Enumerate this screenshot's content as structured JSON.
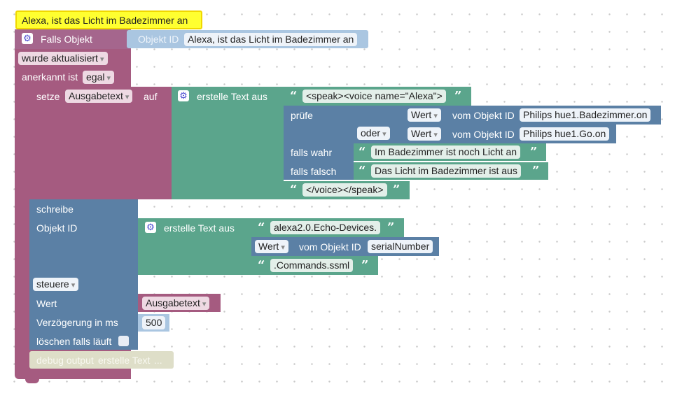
{
  "comment": "Alexa, ist das Licht im Badezimmer an",
  "trigger": {
    "label": "Falls Objekt",
    "objekt_id_label": "Objekt ID",
    "objekt_id_value": "Alexa, ist das Licht im Badezimmer an",
    "event_option": "wurde aktualisiert",
    "ack_label": "anerkannt ist",
    "ack_option": "egal"
  },
  "set_var": {
    "label": "setze",
    "var_name": "Ausgabetext",
    "to_label": "auf",
    "create_text_label": "erstelle Text aus",
    "text1": "<speak><voice name=\"Alexa\">",
    "ternary": {
      "check_label": "prüfe",
      "or_option": "oder",
      "row1": {
        "prop": "Wert",
        "from_label": "vom Objekt ID",
        "object": "Philips hue1.Badezimmer.on"
      },
      "row2": {
        "prop": "Wert",
        "from_label": "vom Objekt ID",
        "object": "Philips hue1.Go.on"
      },
      "true_label": "falls wahr",
      "true_text": "Im Badezimmer ist noch Licht an",
      "false_label": "falls falsch",
      "false_text": "Das Licht im Badezimmer ist aus"
    },
    "text2": "</voice></speak>"
  },
  "write": {
    "label": "schreibe",
    "objekt_id_label": "Objekt ID",
    "create_text_label": "erstelle Text aus",
    "text1": "alexa2.0.Echo-Devices.",
    "prop": "Wert",
    "from_label": "vom Objekt ID",
    "object": "serialNumber",
    "text2": ".Commands.ssml",
    "mode_option": "steuere",
    "value_label": "Wert",
    "value_var": "Ausgabetext",
    "delay_label": "Verzögerung in ms",
    "delay_value": "500",
    "clear_label": "löschen falls läuft"
  },
  "debug": {
    "label": "debug output",
    "text_label": "erstelle Text",
    "ellipsis": "..."
  },
  "colors": {
    "event": "#a55b80",
    "trigger_header": "#a5668d",
    "text": "#5ba58c",
    "logic": "#5b80a5",
    "io": "#5b80a5",
    "comment": "#ffff00",
    "disabled": "#dedec8"
  }
}
